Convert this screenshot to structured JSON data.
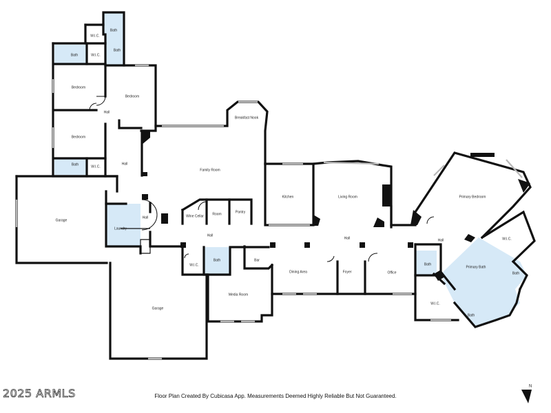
{
  "rooms": {
    "bath_top": "Bath",
    "wic_top": "W.I.C.",
    "bath_nw": "Bath",
    "wic_nw": "W.I.C.",
    "bath_n": "Bath",
    "bedroom_1": "Bedroom",
    "bedroom_2": "Bedroom",
    "hall_nw": "Hall",
    "bedroom_3": "Bedroom",
    "bath_w": "Bath",
    "wic_w": "W.I.C.",
    "hall_w": "Hall",
    "breakfast_nook": "Breakfast Nook",
    "family_room": "Family Room",
    "kitchen": "Kitchen",
    "living_room": "Living Room",
    "primary_bedroom": "Primary Bedroom",
    "garage_1": "Garage",
    "laundry": "Laundry",
    "hall_laundry": "Hall",
    "wine_cellar": "Wine Cellar",
    "room": "Room",
    "pantry": "Pantry",
    "hall_center": "Hall",
    "hall_main": "Hall",
    "hall_east": "Hall",
    "wic_center": "W.I.C.",
    "bath_center": "Bath",
    "bar": "Bar",
    "dining_area": "Dining Area",
    "foyer": "Foyer",
    "office": "Office",
    "bath_east": "Bath",
    "primary_bath": "Primary Bath",
    "wic_primary": "W.I.C.",
    "bath_e2": "Bath",
    "wic_se": "W.I.C.",
    "bath_se": "Bath",
    "media_room": "Media Room",
    "garage_2": "Garage"
  },
  "footer": {
    "credit": "Floor Plan Created By Cubicasa App. Measurements Deemed Highly Reliable But Not Guaranteed.",
    "copyright": "2025 ARMLS"
  },
  "compass": {
    "label": "N",
    "icon": "north-arrow-icon"
  }
}
